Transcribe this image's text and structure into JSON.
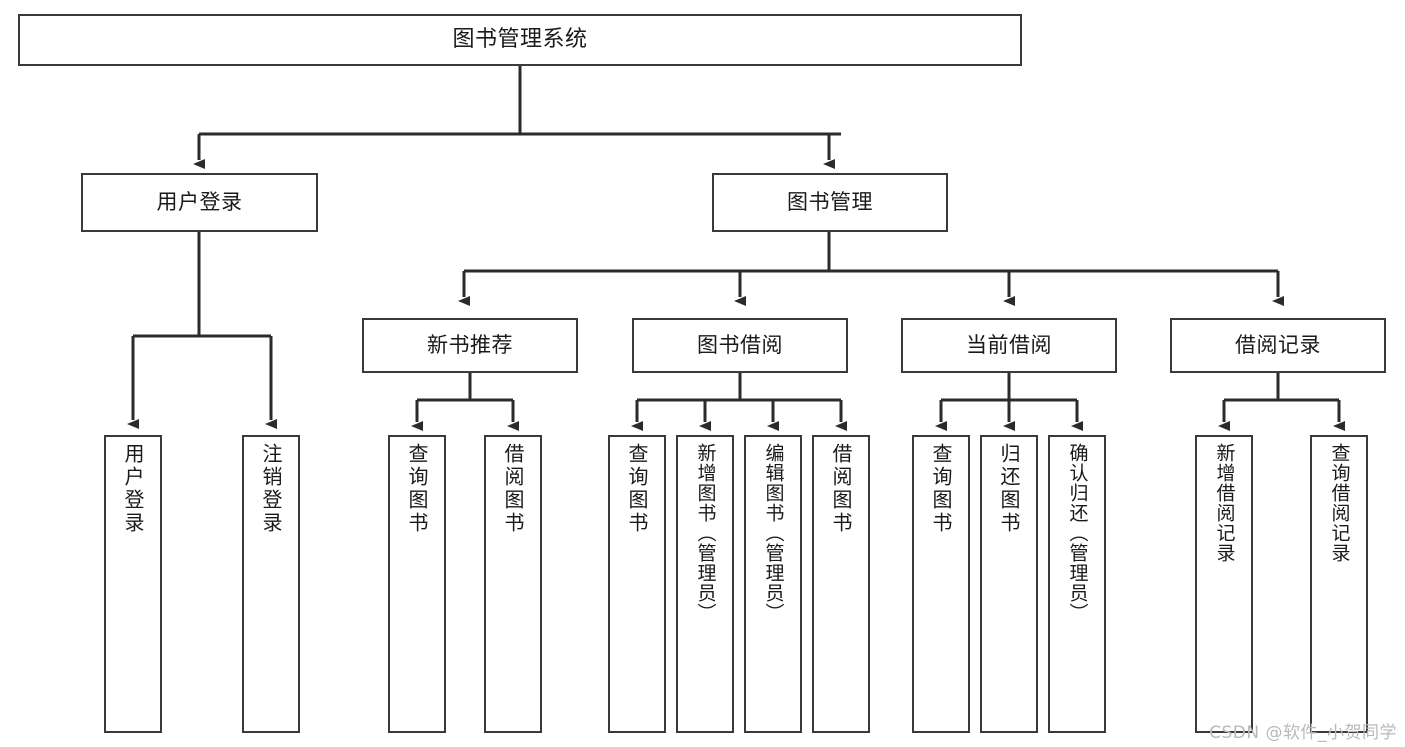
{
  "diagram": {
    "title": "图书管理系统",
    "type": "tree-hierarchy-chart",
    "line_color": "#3a3a3a",
    "box_fill": "#ffffff",
    "text_color": "#1a1a1a",
    "root": {
      "label": "图书管理系统"
    },
    "level2": [
      {
        "label": "用户登录"
      },
      {
        "label": "图书管理"
      }
    ],
    "level3": [
      {
        "label": "新书推荐"
      },
      {
        "label": "图书借阅"
      },
      {
        "label": "当前借阅"
      },
      {
        "label": "借阅记录"
      }
    ],
    "leaves": {
      "user_login": [
        {
          "label": "用户登录"
        },
        {
          "label": "注销登录"
        }
      ],
      "new_book_recommend": [
        {
          "label": "查询图书"
        },
        {
          "label": "借阅图书"
        }
      ],
      "book_borrow": [
        {
          "label": "查询图书"
        },
        {
          "label": "新增图书（管理员）"
        },
        {
          "label": "编辑图书（管理员）"
        },
        {
          "label": "借阅图书"
        }
      ],
      "current_borrow": [
        {
          "label": "查询图书"
        },
        {
          "label": "归还图书"
        },
        {
          "label": "确认归还（管理员）"
        }
      ],
      "borrow_record": [
        {
          "label": "新增借阅记录"
        },
        {
          "label": "查询借阅记录"
        }
      ]
    }
  },
  "watermark": {
    "text": "CSDN @软件_小贺同学",
    "color": "#b9b9b9"
  }
}
